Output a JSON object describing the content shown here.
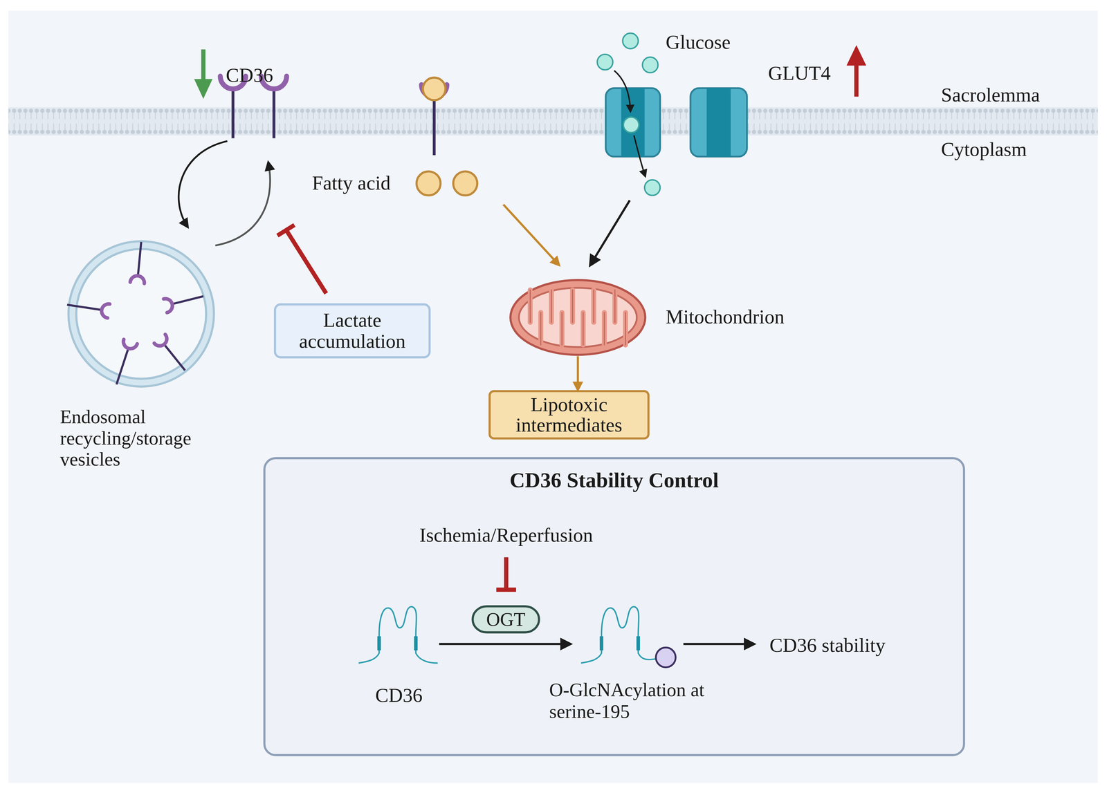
{
  "diagram": {
    "nodes": [
      {
        "text": [
          "Endosomal recycling/storage vesicles"
        ]
      },
      {
        "text": [
          "Lactate accumulation"
        ]
      },
      {
        "text": [
          "Mitochondrion"
        ]
      },
      {
        "text": [
          "Lipotoxic intermediates"
        ]
      },
      {
        "text": [
          "CD36 Stability Control"
        ]
      },
      {
        "text": [
          "OGT"
        ],
        "in": 4
      }
    ],
    "edges": [
      {
        "from": 2,
        "to": 3,
        "arrow": "to"
      }
    ],
    "labels": [
      "CD36",
      "Glucose",
      "GLUT4",
      "Sacrolemma",
      "Cytoplasm",
      "Fatty acid",
      "Ischemia/Reperfusion",
      "CD36",
      "O-GlcNAcylation at serine-195",
      "CD36 stability"
    ]
  }
}
